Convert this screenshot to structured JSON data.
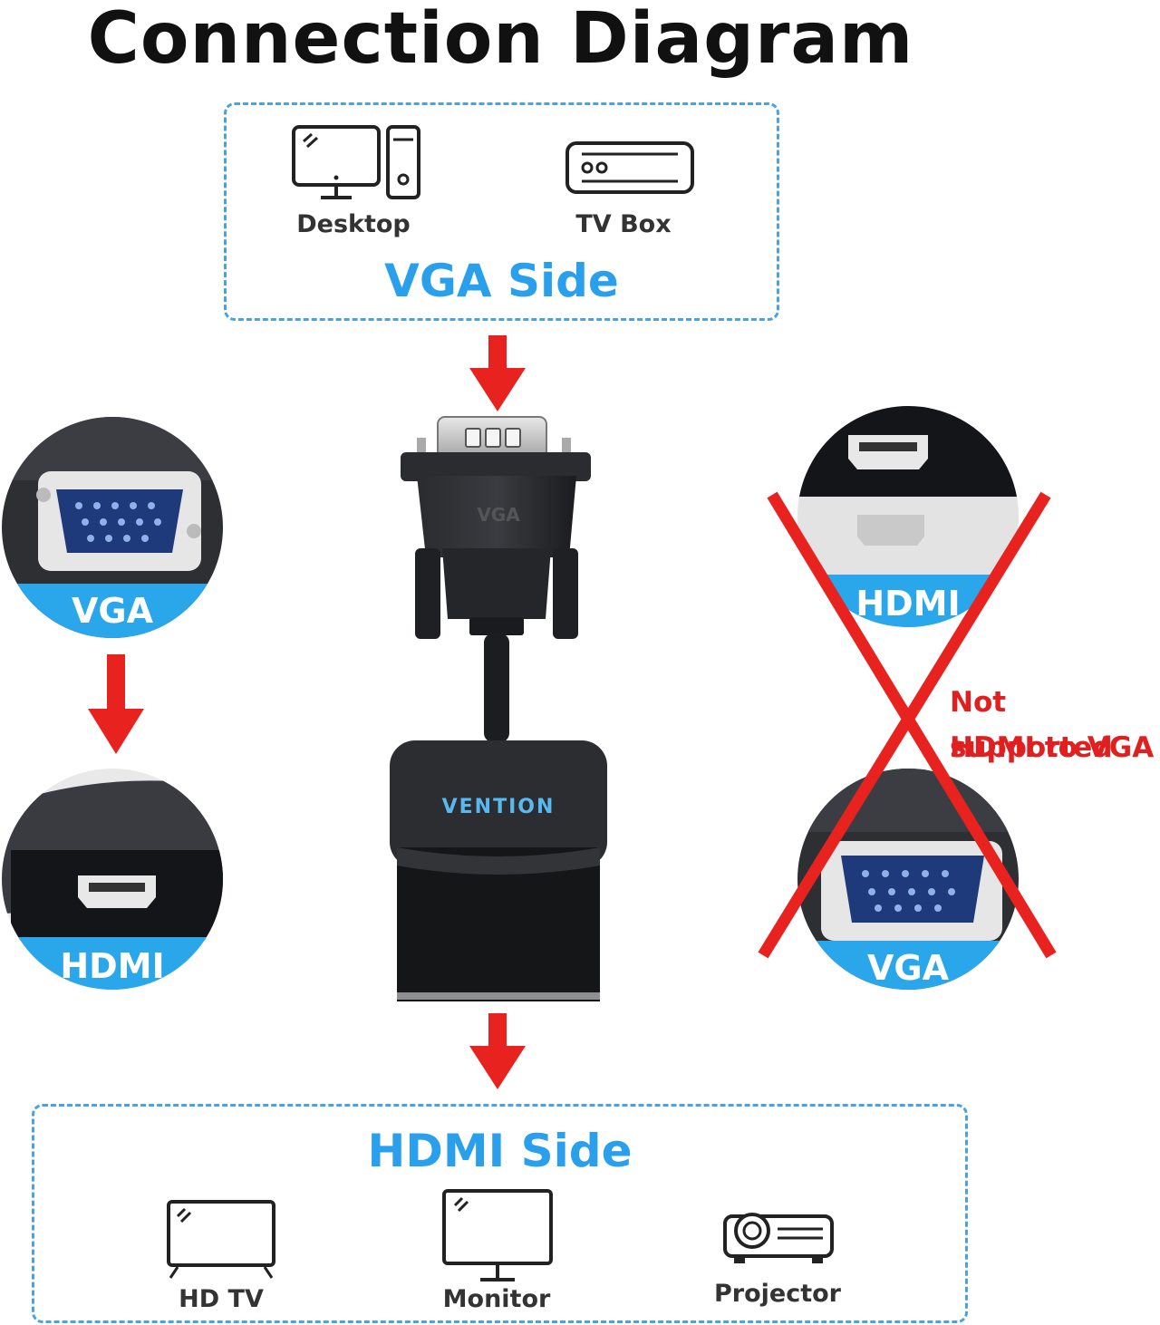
{
  "title": "Connection Diagram",
  "vga_side": {
    "title": "VGA Side",
    "devices": [
      {
        "label": "Desktop",
        "icon": "desktop-icon"
      },
      {
        "label": "TV Box",
        "icon": "tv-box-icon"
      }
    ]
  },
  "hdmi_side": {
    "title": "HDMI Side",
    "devices": [
      {
        "label": "HD TV",
        "icon": "hd-tv-icon"
      },
      {
        "label": "Monitor",
        "icon": "monitor-icon"
      },
      {
        "label": "Projector",
        "icon": "projector-icon"
      }
    ]
  },
  "adapter": {
    "top_label": "VGA",
    "brand": "VENTION"
  },
  "supported_flow": {
    "from": "VGA",
    "to": "HDMI"
  },
  "unsupported_flow": {
    "from": "HDMI",
    "to": "VGA",
    "note_line1": "Not supported",
    "note_line2": "HDMI to VGA"
  },
  "colors": {
    "accent_blue": "#2aa0ec",
    "arrow_red": "#e8231f",
    "cross_red": "#e8231f",
    "adapter_black": "#1e1f22"
  }
}
